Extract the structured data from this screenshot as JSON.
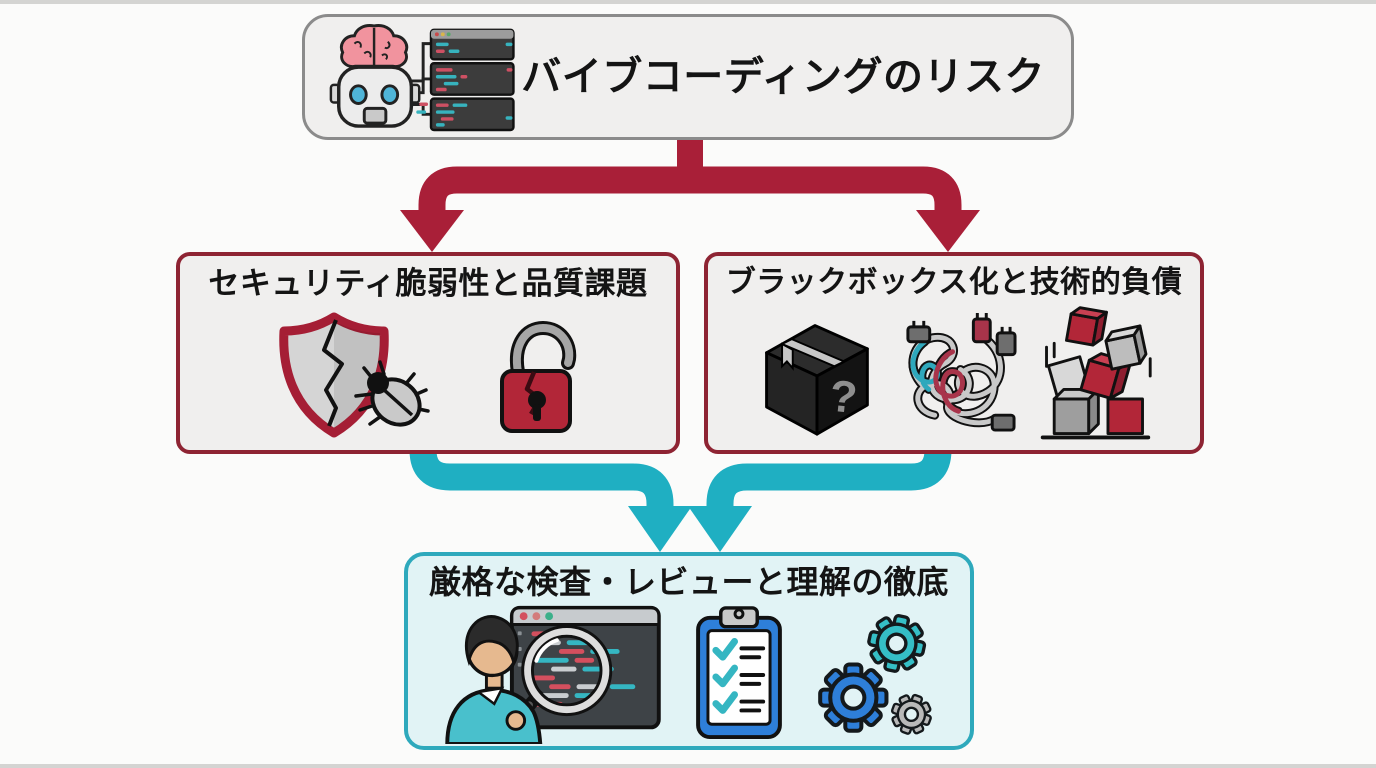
{
  "page": {
    "background": "#FBFBFA"
  },
  "colors": {
    "page-bg": "#FBFBFA",
    "arrow-red": "#A91F38",
    "arrow-teal": "#1FAFC2",
    "border-gray": "#8B8B8B",
    "border-maroon": "#8E2433",
    "border-teal": "#2EA9BC",
    "box-gray-fill": "#F0EFEE",
    "box-teal-fill": "#E1F3F5",
    "title-text": "#141414",
    "icon-red": "#B22638",
    "icon-teal": "#35B6C2",
    "icon-blue": "#2E7FD9"
  },
  "nodes": {
    "root": {
      "label": "バイブコーディングのリスク",
      "icons": [
        "ai-robot-brain-icon",
        "code-windows-icon"
      ]
    },
    "risk_security": {
      "label": "セキュリティ脆弱性と品質課題",
      "icons": [
        "broken-shield-icon",
        "bug-icon",
        "broken-padlock-icon"
      ]
    },
    "risk_blackbox": {
      "label": "ブラックボックス化と技術的負債",
      "question_mark": "?",
      "icons": [
        "black-box-icon",
        "tangled-cables-icon",
        "unstable-cubes-icon"
      ]
    },
    "solution": {
      "label": "厳格な検査・レビューと理解の徹底",
      "icons": [
        "code-review-magnifier-icon",
        "checklist-clipboard-icon",
        "gears-icon"
      ]
    }
  },
  "edges": [
    {
      "from": "root",
      "to": "risk_security",
      "color": "red"
    },
    {
      "from": "root",
      "to": "risk_blackbox",
      "color": "red"
    },
    {
      "from": "risk_security",
      "to": "solution",
      "color": "teal"
    },
    {
      "from": "risk_blackbox",
      "to": "solution",
      "color": "teal"
    }
  ]
}
